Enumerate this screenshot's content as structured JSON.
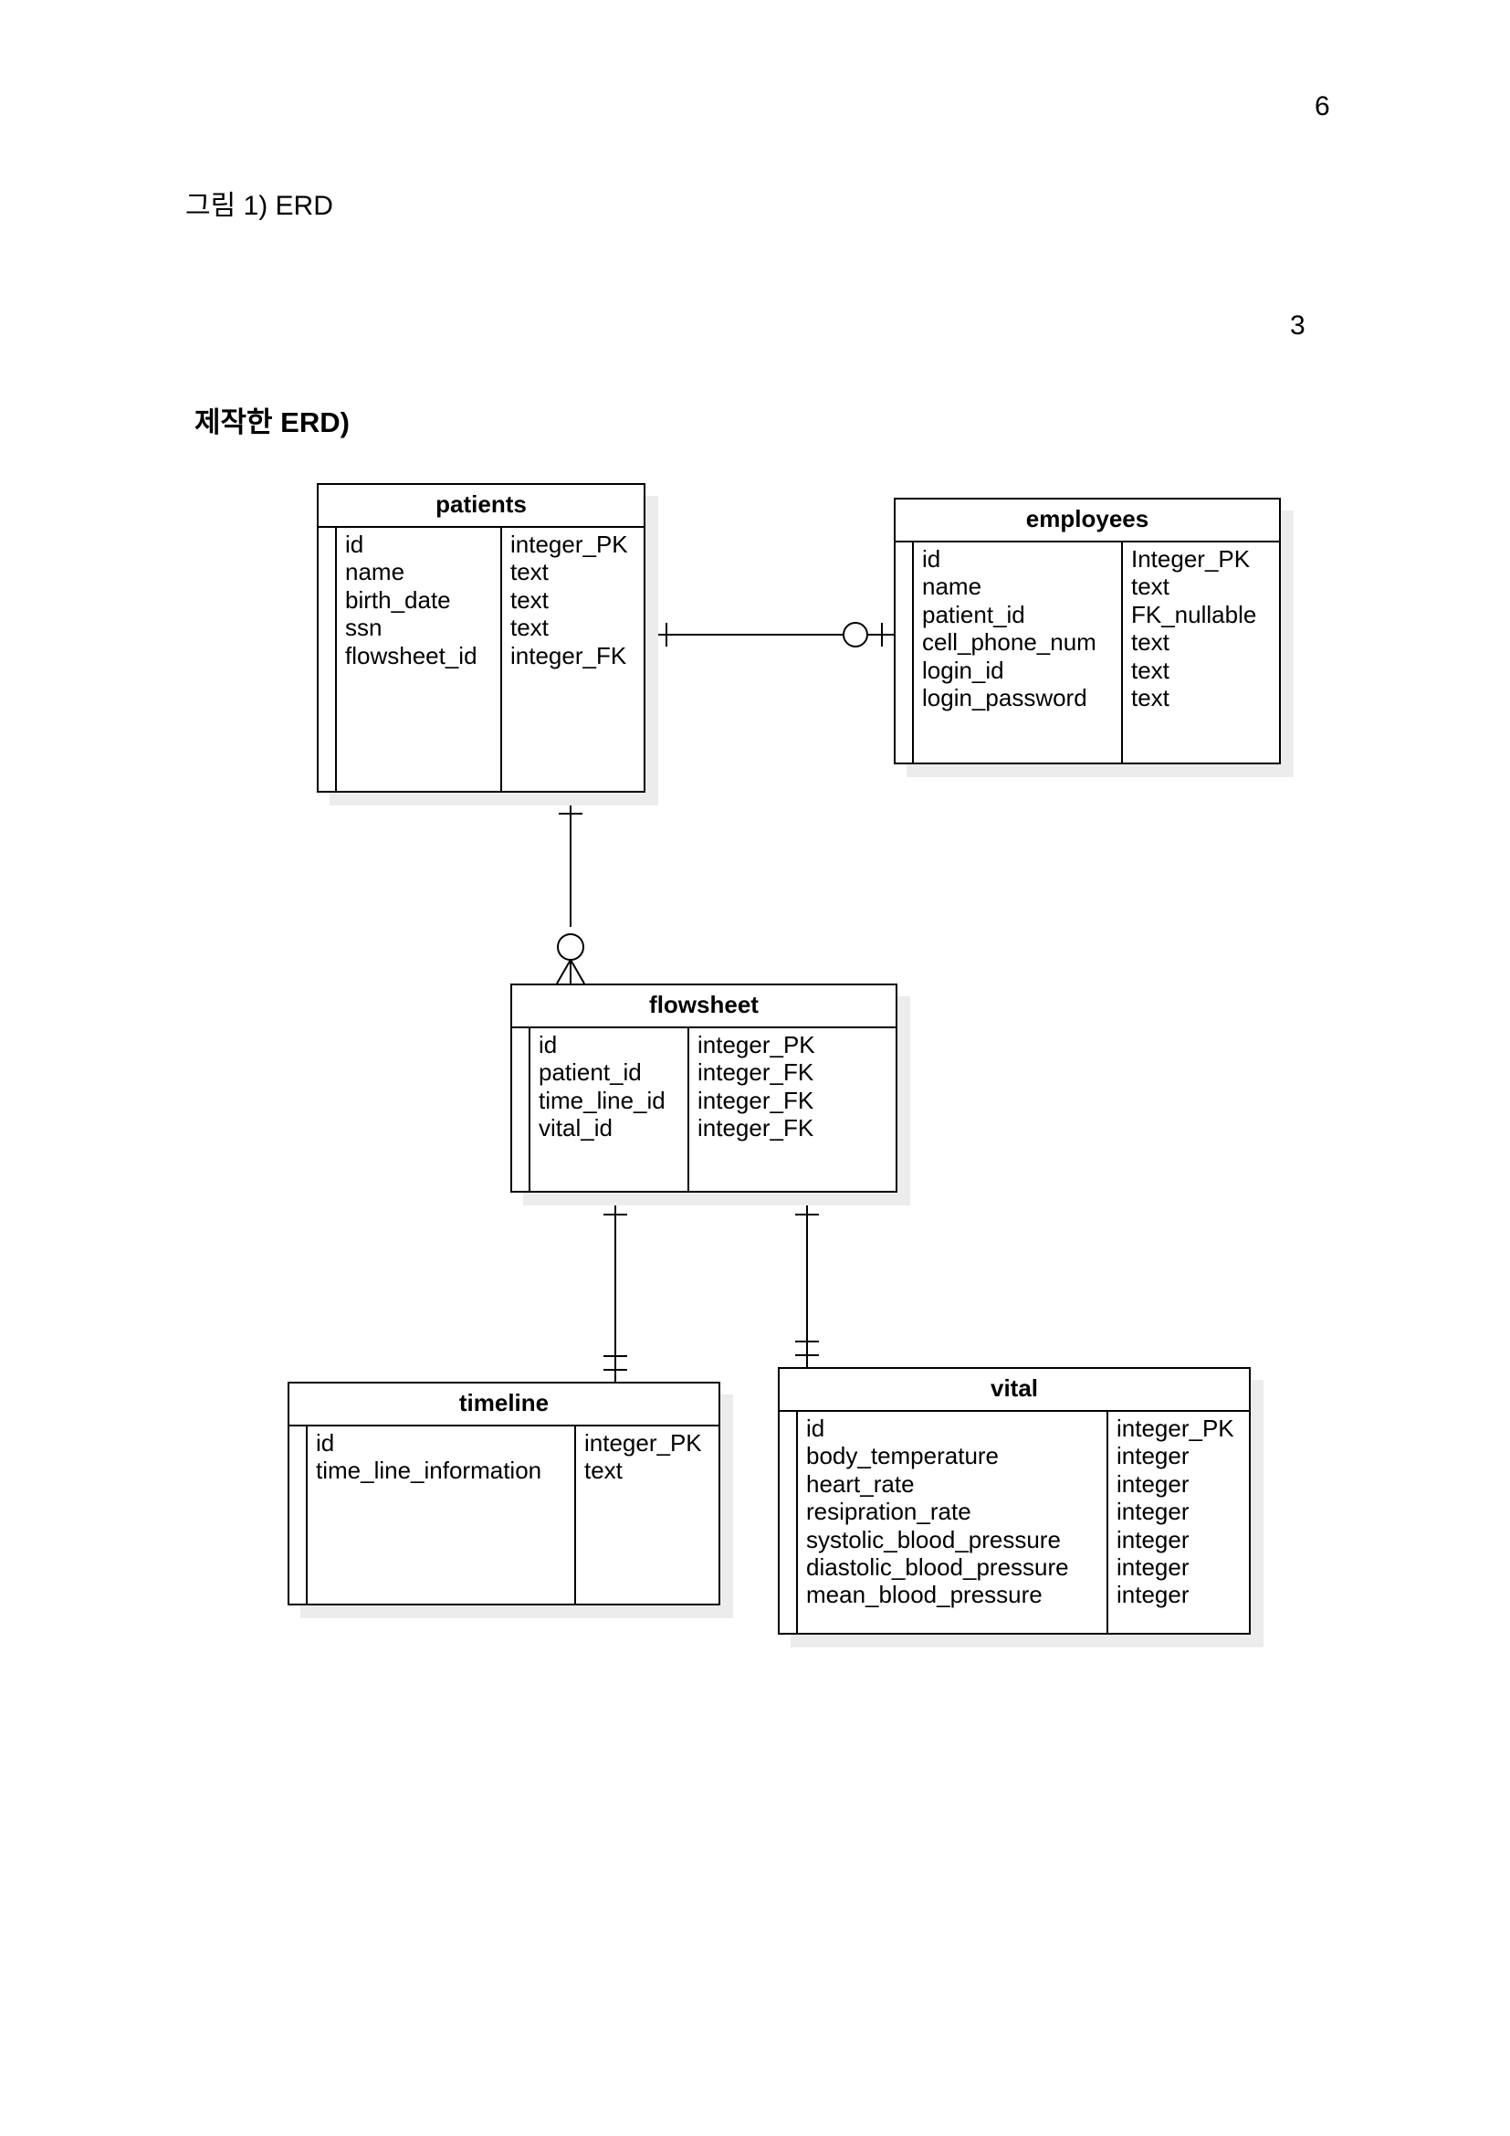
{
  "page": {
    "page_number_top": "6",
    "caption": "그림 1) ERD",
    "page_number_inner": "3",
    "subtitle": "제작한 ERD)"
  },
  "entities": {
    "patients": {
      "name": "patients",
      "columns": [
        "id",
        "name",
        "birth_date",
        "ssn",
        "flowsheet_id"
      ],
      "types": [
        "integer_PK",
        "text",
        "text",
        "text",
        "integer_FK"
      ]
    },
    "employees": {
      "name": "employees",
      "columns": [
        "id",
        "name",
        "patient_id",
        "cell_phone_num",
        "login_id",
        "login_password"
      ],
      "types": [
        "Integer_PK",
        "text",
        "FK_nullable",
        "text",
        "text",
        "text"
      ]
    },
    "flowsheet": {
      "name": "flowsheet",
      "columns": [
        "id",
        "patient_id",
        "time_line_id",
        "vital_id"
      ],
      "types": [
        "integer_PK",
        "integer_FK",
        "integer_FK",
        "integer_FK"
      ]
    },
    "timeline": {
      "name": "timeline",
      "columns": [
        "id",
        "time_line_information"
      ],
      "types": [
        "integer_PK",
        "text"
      ]
    },
    "vital": {
      "name": "vital",
      "columns": [
        "id",
        "body_temperature",
        "heart_rate",
        "resipration_rate",
        "systolic_blood_pressure",
        "diastolic_blood_pressure",
        "mean_blood_pressure"
      ],
      "types": [
        "integer_PK",
        "integer",
        "integer",
        "integer",
        "integer",
        "integer",
        "integer"
      ]
    }
  },
  "relationships": [
    {
      "from": "patients",
      "from_cardinality": "one-and-only-one",
      "to": "employees",
      "to_cardinality": "zero-or-one"
    },
    {
      "from": "patients",
      "from_cardinality": "one-and-only-one",
      "to": "flowsheet",
      "to_cardinality": "zero-or-many"
    },
    {
      "from": "flowsheet",
      "from_cardinality": "one-and-only-one",
      "to": "timeline",
      "to_cardinality": "one-and-only-one"
    },
    {
      "from": "flowsheet",
      "from_cardinality": "one-and-only-one",
      "to": "vital",
      "to_cardinality": "one-and-only-one"
    }
  ]
}
